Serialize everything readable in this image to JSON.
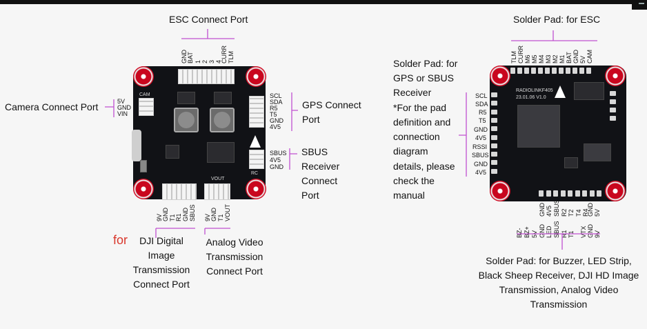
{
  "left_diagram": {
    "esc_port": {
      "title": "ESC Connect Port",
      "pins": [
        "GND",
        "BAT",
        "1",
        "2",
        "3",
        "4",
        "CURR",
        "TLM"
      ]
    },
    "camera_port": {
      "title": "Camera Connect Port",
      "pins": [
        "5V",
        "GND",
        "VIN"
      ]
    },
    "gps_port": {
      "title_line1": "GPS Connect",
      "title_line2": "Port",
      "pins": [
        "SCL",
        "SDA",
        "R5",
        "T5",
        "GND",
        "4V5"
      ]
    },
    "sbus_port": {
      "title_lines": [
        "SBUS",
        "Receiver",
        "Connect",
        "Port"
      ],
      "pins": [
        "SBUS",
        "4V5",
        "GND"
      ]
    },
    "dji_port": {
      "prefix": "for",
      "title_lines": [
        "DJI Digital",
        "Image",
        "Transmission",
        "Connect Port"
      ],
      "pins": [
        "9V",
        "GND",
        "T1",
        "R1",
        "GND",
        "SBUS"
      ]
    },
    "analog_port": {
      "title_lines": [
        "Analog Video",
        "Transmission",
        "Connect Port"
      ],
      "pins": [
        "9V",
        "GND",
        "T1",
        "VOUT"
      ]
    },
    "silk": {
      "cam": "CAM",
      "rc": "RC",
      "vout": "VOUT"
    }
  },
  "right_diagram": {
    "esc_pad": {
      "title": "Solder Pad: for ESC",
      "pins": [
        "TLM",
        "CURR",
        "M6",
        "M5",
        "M4",
        "M3",
        "M2",
        "M1",
        "BAT",
        "GND",
        "5V",
        "CAM"
      ]
    },
    "gps_pad": {
      "title_lines": [
        "Solder Pad: for",
        "GPS or SBUS",
        "Receiver",
        "*For the pad",
        "definition and",
        "connection",
        "diagram",
        "details, please",
        "check the",
        "manual"
      ],
      "pins": [
        "SCL",
        "SDA",
        "R5",
        "T5",
        "GND",
        "4V5",
        "RSSI",
        "SBUS",
        "GND",
        "4V5"
      ]
    },
    "bottom_pad_upper": {
      "pins": [
        "GND",
        "4V5",
        "SBUS",
        "R2",
        "T2",
        "T4",
        "R4",
        "GND",
        "5V"
      ]
    },
    "bottom_pad_lower": {
      "pins": [
        "BZ-",
        "BZ+",
        "5V",
        "GND",
        "LED",
        "SBUS",
        "R1",
        "T1",
        "VTX",
        "GND",
        "9V"
      ]
    },
    "bottom_title_lines": [
      "Solder Pad: for Buzzer, LED Strip,",
      "Black Sheep Receiver, DJI HD Image",
      "Transmission, Analog Video",
      "Transmission"
    ],
    "board_text": {
      "name": "RADIOLINKF405",
      "date": "23.01.06 V1.0"
    }
  },
  "colors": {
    "accent_line": "#c04fd0",
    "for_text": "#d9362b",
    "hole_red": "#c9061e",
    "board": "#111216"
  }
}
